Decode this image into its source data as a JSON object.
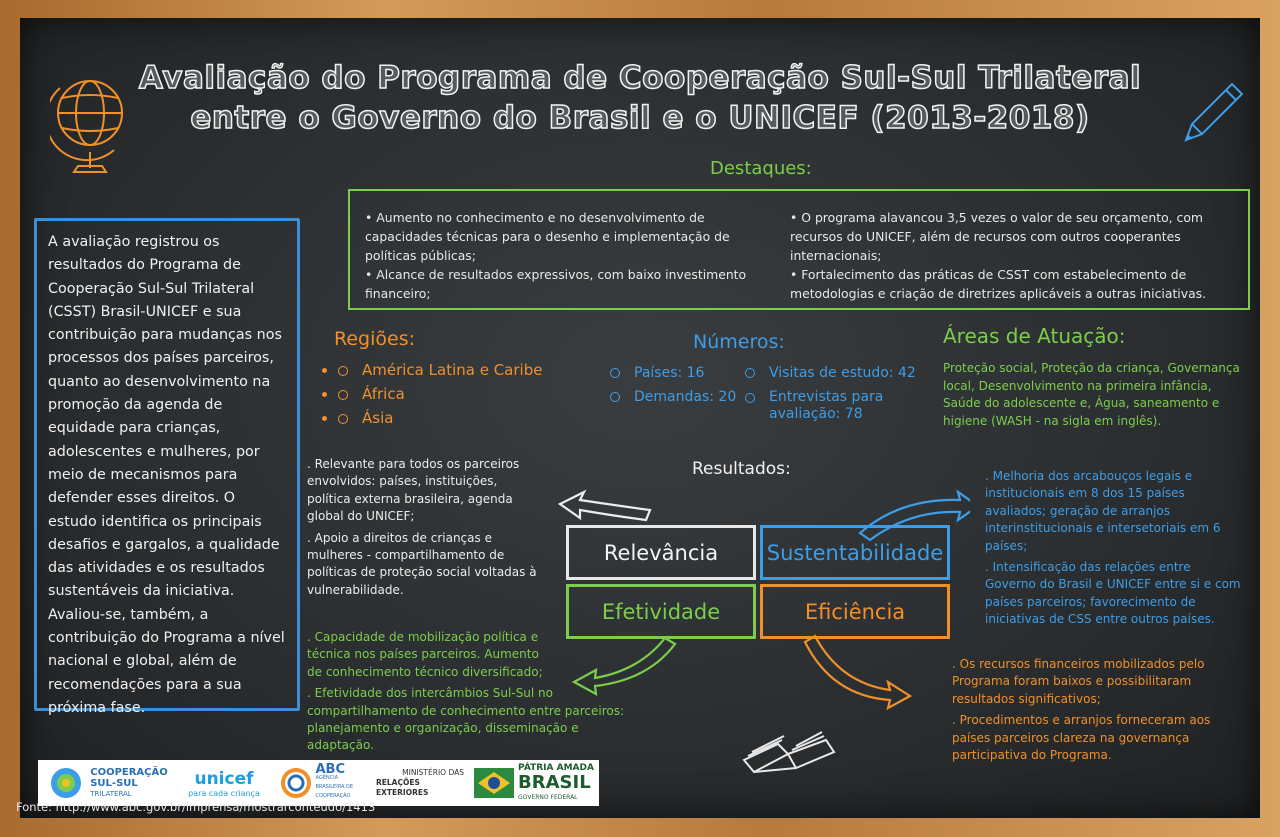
{
  "title": {
    "line1": "Avaliação do Programa de Cooperação Sul-Sul Trilateral",
    "line2": "entre o Governo do Brasil e o UNICEF (2013-2018)"
  },
  "intro": "A avaliação registrou os resultados do Programa de Cooperação Sul-Sul Trilateral (CSST) Brasil-UNICEF e sua contribuição para mudanças nos processos dos países parceiros, quanto ao desenvolvimento na promoção da agenda de equidade para crianças, adolescentes e mulheres, por meio de mecanismos para defender esses direitos. O estudo identifica os principais desafios e gargalos, a qualidade das atividades e os resultados sustentáveis da iniciativa. Avaliou-se, também, a contribuição do Programa a nível nacional e global, além de recomendações para a sua próxima fase.",
  "destaques": {
    "heading": "Destaques:",
    "left": [
      "• Aumento no conhecimento e no desenvolvimento de capacidades técnicas para o desenho e implementação de políticas públicas;",
      "• Alcance de resultados expressivos, com baixo investimento financeiro;"
    ],
    "right": [
      "• O programa alavancou 3,5 vezes o valor de seu orçamento, com recursos do UNICEF, além de recursos com outros cooperantes internacionais;",
      "• Fortalecimento das práticas de CSST com estabelecimento de metodologias e criação de diretrizes aplicáveis a outras iniciativas."
    ]
  },
  "regioes": {
    "heading": "Regiões:",
    "items": [
      "América Latina e Caribe",
      "África",
      "Ásia"
    ]
  },
  "numeros": {
    "heading": "Números:",
    "paises": "Países: 16",
    "demandas": "Demandas: 20",
    "visitas": "Visitas de estudo: 42",
    "entrevistas": "Entrevistas para avaliação: 78"
  },
  "areas": {
    "heading": "Áreas de Atuação:",
    "text": "Proteção social, Proteção da criança, Governança local, Desenvolvimento na primeira infância, Saúde do adolescente e, Água, saneamento e higiene (WASH - na sigla em inglês)."
  },
  "resultados": {
    "heading": "Resultados:",
    "relevancia": "Relevância",
    "sustentabilidade": "Sustentabilidade",
    "efetividade": "Efetividade",
    "eficiencia": "Eficiência"
  },
  "notes": {
    "relevancia": [
      ". Relevante para todos os parceiros envolvidos: países, instituições, política externa brasileira, agenda global do UNICEF;",
      ". Apoio a direitos de crianças e mulheres - compartilhamento de políticas de proteção social voltadas à vulnerabilidade."
    ],
    "sustentabilidade": [
      ". Melhoria dos arcabouços legais e institucionais em 8 dos 15 países avaliados; geração de arranjos interinstitucionais e intersetoriais em 6 países;",
      ". Intensificação das relações entre Governo do Brasil e UNICEF entre si e com países parceiros; favorecimento de iniciativas de CSS entre outros países."
    ],
    "efetividade": [
      ". Capacidade de mobilização política e técnica nos países parceiros. Aumento de conhecimento técnico diversificado;",
      ". Efetividade dos intercâmbios Sul-Sul no compartilhamento de conhecimento entre parceiros: planejamento e organização, disseminação e adaptação."
    ],
    "eficiencia": [
      ". Os recursos financeiros mobilizados pelo Programa foram baixos e possibilitaram resultados significativos;",
      ". Procedimentos e arranjos forneceram aos países parceiros clareza na governança participativa do Programa."
    ]
  },
  "logos": {
    "coop1": "COOPERAÇÃO",
    "coop2": "SUL-SUL",
    "coop3": "TRILATERAL",
    "unicef": "unicef",
    "unicef_sub": "para cada criança",
    "abc": "ABC",
    "abc_sub": "AGÊNCIA BRASILEIRA DE COOPERAÇÃO",
    "mre1": "MINISTÉRIO DAS",
    "mre2": "RELAÇÕES EXTERIORES",
    "brasil1": "PÁTRIA AMADA",
    "brasil2": "BRASIL",
    "brasil3": "GOVERNO FEDERAL"
  },
  "fonte": "Fonte: http://www.abc.gov.br/imprensa/mostrarconteudo/1413",
  "colors": {
    "green": "#7ccd4c",
    "blue": "#3d9de6",
    "orange": "#f0902a",
    "board": "#2e3133"
  }
}
